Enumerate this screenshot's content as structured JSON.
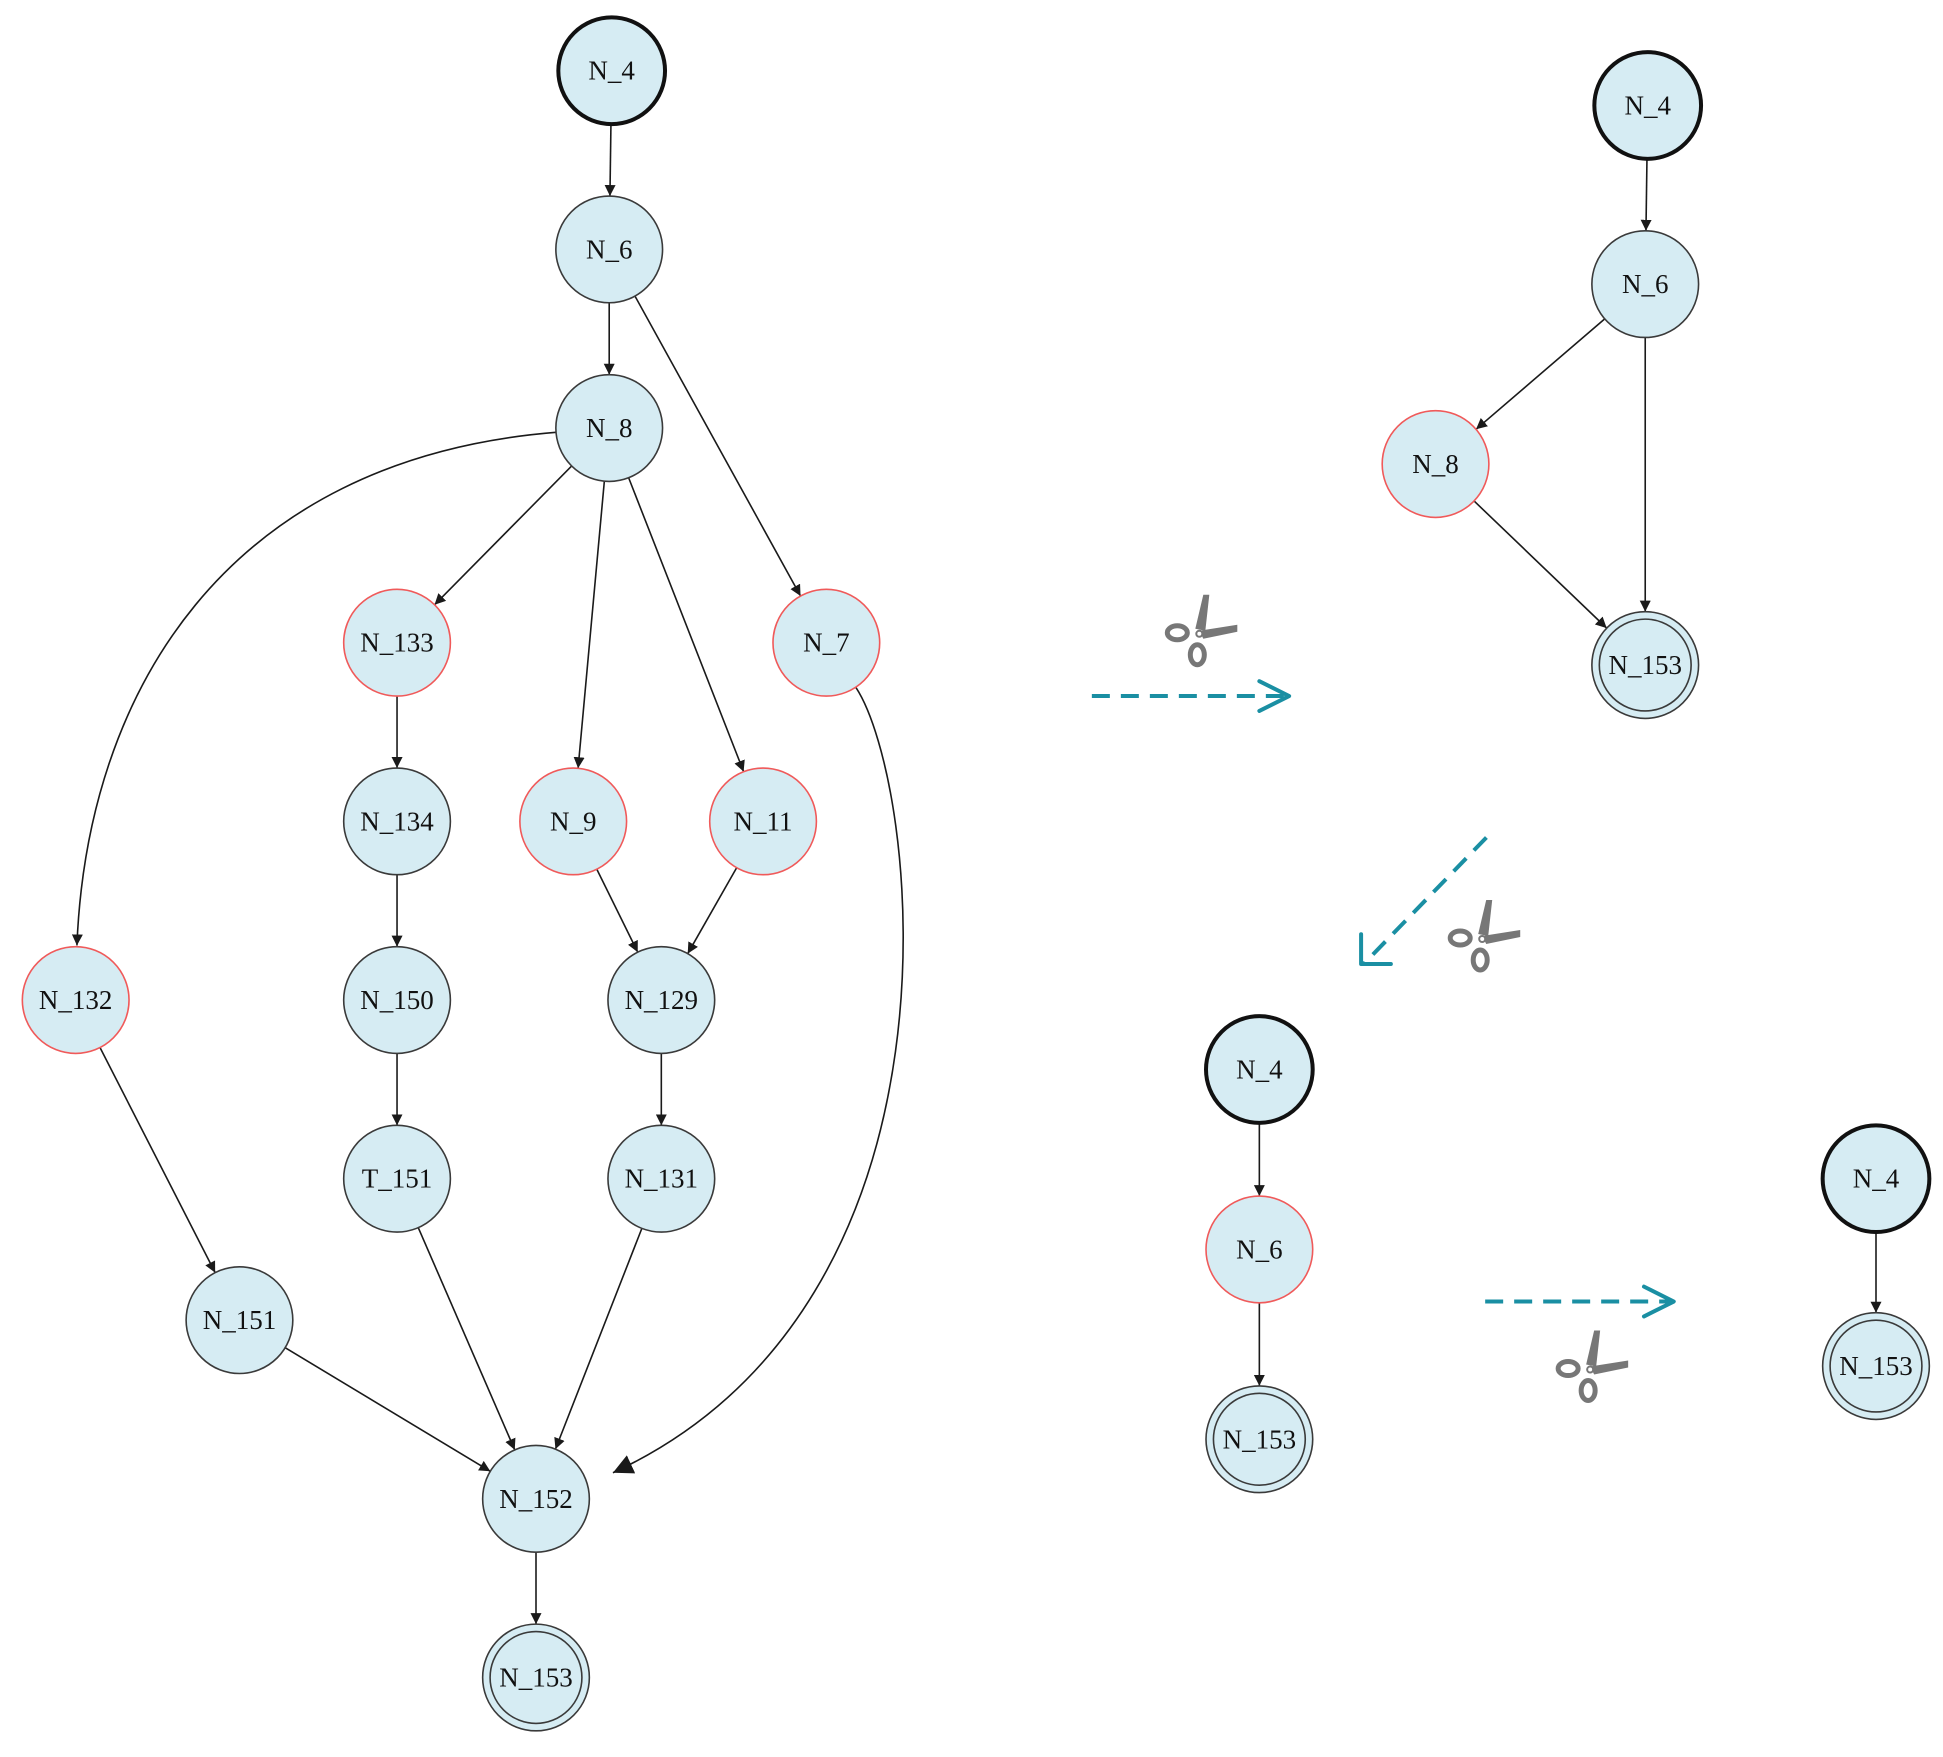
{
  "colors": {
    "node_fill": "#d6ecf3",
    "node_stroke_default": "#3a3a3a",
    "node_stroke_removed": "#f05a5a",
    "node_stroke_start": "#111111",
    "edge": "#1a1a1a",
    "flow_arrow": "#1a8fa3",
    "scissors": "#777777"
  },
  "graphs": [
    {
      "id": "original",
      "nodes": [
        {
          "id": "N_4",
          "label": "N_4",
          "kind": "start"
        },
        {
          "id": "N_6",
          "label": "N_6",
          "kind": "normal"
        },
        {
          "id": "N_8",
          "label": "N_8",
          "kind": "normal"
        },
        {
          "id": "N_133",
          "label": "N_133",
          "kind": "removed"
        },
        {
          "id": "N_7",
          "label": "N_7",
          "kind": "removed"
        },
        {
          "id": "N_134",
          "label": "N_134",
          "kind": "normal"
        },
        {
          "id": "N_9",
          "label": "N_9",
          "kind": "removed"
        },
        {
          "id": "N_11",
          "label": "N_11",
          "kind": "removed"
        },
        {
          "id": "N_132",
          "label": "N_132",
          "kind": "removed"
        },
        {
          "id": "N_150",
          "label": "N_150",
          "kind": "normal"
        },
        {
          "id": "N_129",
          "label": "N_129",
          "kind": "normal"
        },
        {
          "id": "T_151",
          "label": "T_151",
          "kind": "normal"
        },
        {
          "id": "N_131",
          "label": "N_131",
          "kind": "normal"
        },
        {
          "id": "N_151",
          "label": "N_151",
          "kind": "normal"
        },
        {
          "id": "N_152",
          "label": "N_152",
          "kind": "normal"
        },
        {
          "id": "N_153",
          "label": "N_153",
          "kind": "end"
        }
      ],
      "edges": [
        {
          "from": "N_4",
          "to": "N_6"
        },
        {
          "from": "N_6",
          "to": "N_8"
        },
        {
          "from": "N_6",
          "to": "N_7"
        },
        {
          "from": "N_8",
          "to": "N_132"
        },
        {
          "from": "N_8",
          "to": "N_133"
        },
        {
          "from": "N_8",
          "to": "N_9"
        },
        {
          "from": "N_8",
          "to": "N_11"
        },
        {
          "from": "N_133",
          "to": "N_134"
        },
        {
          "from": "N_134",
          "to": "N_150"
        },
        {
          "from": "N_150",
          "to": "T_151"
        },
        {
          "from": "N_9",
          "to": "N_129"
        },
        {
          "from": "N_11",
          "to": "N_129"
        },
        {
          "from": "N_129",
          "to": "N_131"
        },
        {
          "from": "N_132",
          "to": "N_151"
        },
        {
          "from": "N_151",
          "to": "N_152"
        },
        {
          "from": "T_151",
          "to": "N_152"
        },
        {
          "from": "N_131",
          "to": "N_152"
        },
        {
          "from": "N_7",
          "to": "N_152"
        },
        {
          "from": "N_152",
          "to": "N_153"
        }
      ]
    },
    {
      "id": "reduced-1",
      "nodes": [
        {
          "id": "N_4",
          "label": "N_4",
          "kind": "start"
        },
        {
          "id": "N_6",
          "label": "N_6",
          "kind": "normal"
        },
        {
          "id": "N_8",
          "label": "N_8",
          "kind": "removed"
        },
        {
          "id": "N_153",
          "label": "N_153",
          "kind": "end"
        }
      ],
      "edges": [
        {
          "from": "N_4",
          "to": "N_6"
        },
        {
          "from": "N_6",
          "to": "N_8"
        },
        {
          "from": "N_6",
          "to": "N_153"
        },
        {
          "from": "N_8",
          "to": "N_153"
        }
      ]
    },
    {
      "id": "reduced-2",
      "nodes": [
        {
          "id": "N_4",
          "label": "N_4",
          "kind": "start"
        },
        {
          "id": "N_6",
          "label": "N_6",
          "kind": "removed"
        },
        {
          "id": "N_153",
          "label": "N_153",
          "kind": "end"
        }
      ],
      "edges": [
        {
          "from": "N_4",
          "to": "N_6"
        },
        {
          "from": "N_6",
          "to": "N_153"
        }
      ]
    },
    {
      "id": "reduced-3",
      "nodes": [
        {
          "id": "N_4",
          "label": "N_4",
          "kind": "start"
        },
        {
          "id": "N_153",
          "label": "N_153",
          "kind": "end"
        }
      ],
      "edges": [
        {
          "from": "N_4",
          "to": "N_153"
        }
      ]
    }
  ],
  "transitions": [
    {
      "from": "original",
      "to": "reduced-1",
      "icon": "scissors-icon"
    },
    {
      "from": "reduced-1",
      "to": "reduced-2",
      "icon": "scissors-icon"
    },
    {
      "from": "reduced-2",
      "to": "reduced-3",
      "icon": "scissors-icon"
    }
  ]
}
